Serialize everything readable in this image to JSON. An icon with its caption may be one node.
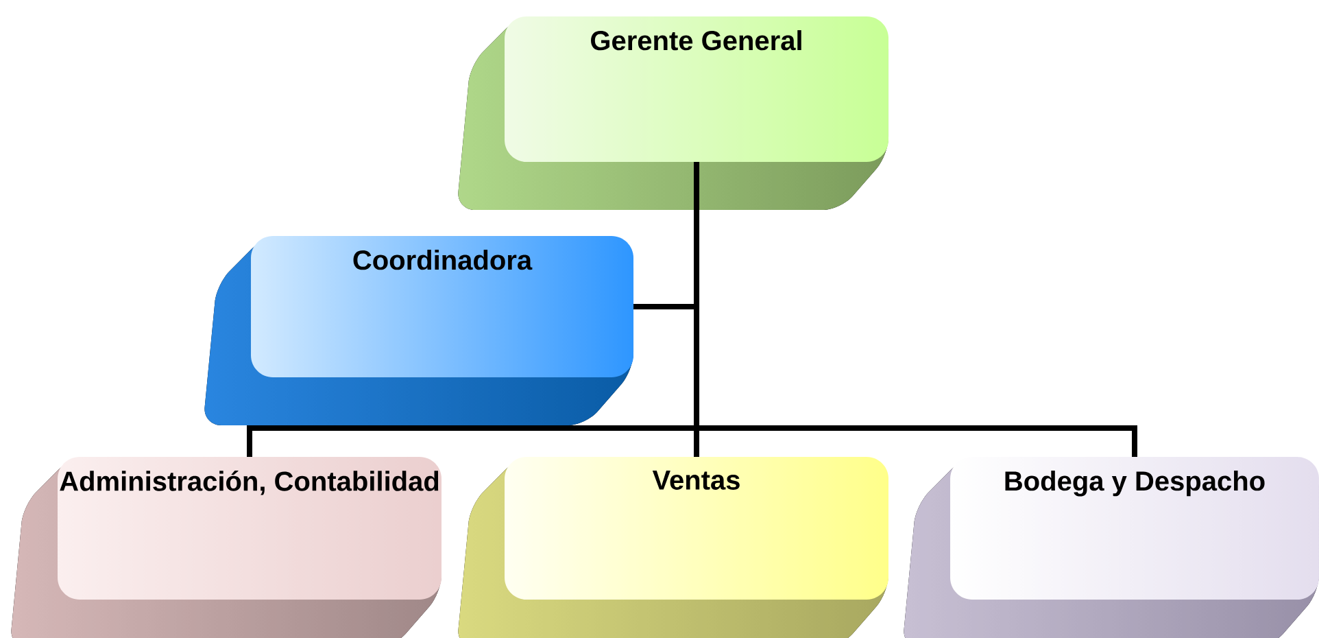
{
  "diagram": {
    "nodes": [
      {
        "text": [
          "Gerente General"
        ]
      },
      {
        "text": [
          "Coordinadora"
        ]
      },
      {
        "text": [
          "Administración, Contabilidad"
        ]
      },
      {
        "text": [
          "Ventas"
        ]
      },
      {
        "text": [
          "Bodega y Despacho"
        ]
      }
    ],
    "edges": [
      {
        "from": 0,
        "to": 1,
        "arrow": "none"
      },
      {
        "from": 0,
        "to": 2,
        "arrow": "none"
      },
      {
        "from": 0,
        "to": 3,
        "arrow": "none"
      },
      {
        "from": 0,
        "to": 4,
        "arrow": "none"
      }
    ]
  }
}
